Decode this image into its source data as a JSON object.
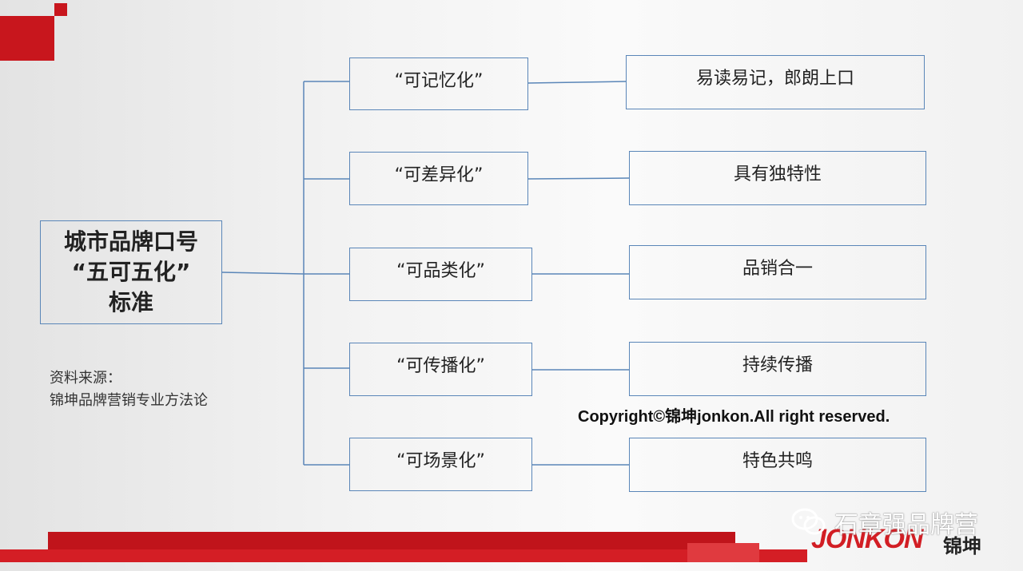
{
  "main_topic": {
    "line1": "城市品牌口号",
    "line2": "“五可五化”",
    "line3": "标准"
  },
  "branches": [
    {
      "label": "“可记忆化”",
      "description": "易读易记，郎朗上口"
    },
    {
      "label": "“可差异化”",
      "description": "具有独特性"
    },
    {
      "label": "“可品类化”",
      "description": "品销合一"
    },
    {
      "label": "“可传播化”",
      "description": "持续传播"
    },
    {
      "label": "“可场景化”",
      "description": "特色共鸣"
    }
  ],
  "source": {
    "line1": "资料来源：",
    "line2": "锦坤品牌营销专业方法论"
  },
  "copyright": "Copyright©锦坤jonkon.All right reserved.",
  "watermark": "石章强品牌营",
  "logo": {
    "text": "JONKON",
    "cn": "锦坤"
  },
  "colors": {
    "accent_red": "#c8161d",
    "box_border": "#5a86b8"
  }
}
